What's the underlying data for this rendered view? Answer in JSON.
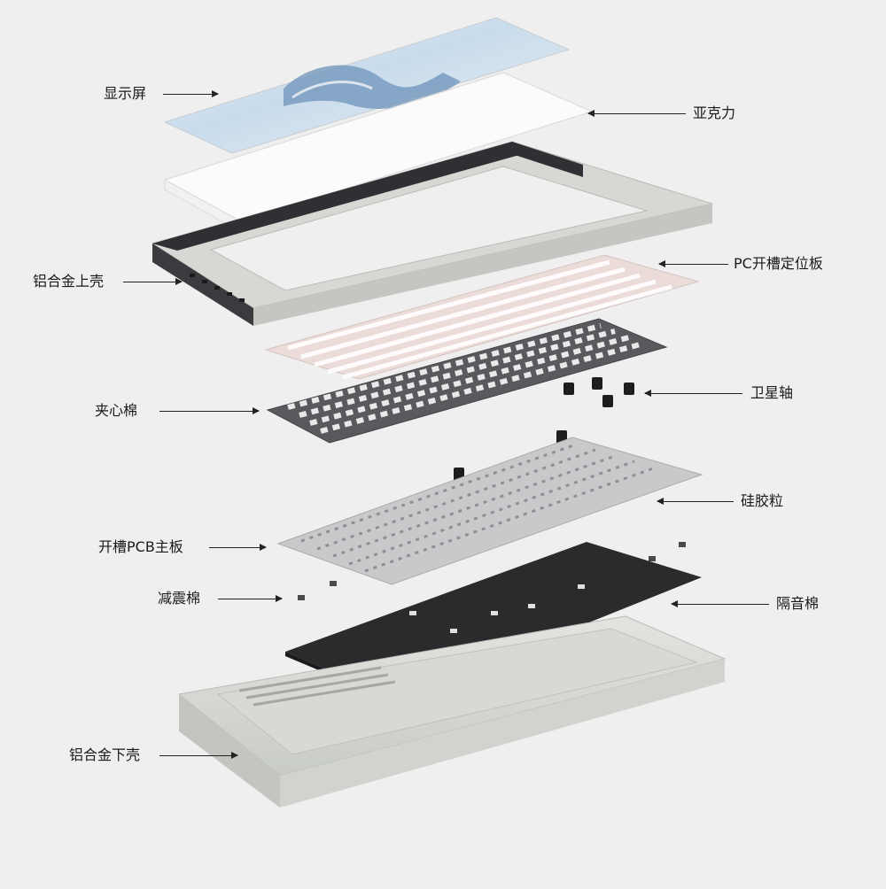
{
  "labels": {
    "display": "显示屏",
    "acrylic": "亚克力",
    "top_case": "铝合金上壳",
    "pc_plate": "PC开槽定位板",
    "sandwich_foam": "夹心棉",
    "stabilizers": "卫星轴",
    "silicone_pads": "硅胶粒",
    "pcb": "开槽PCB主板",
    "damping_foam": "减震棉",
    "sound_foam": "隔音棉",
    "bottom_case": "铝合金下壳"
  },
  "colors": {
    "background": "#efefef",
    "aluminum": "#d3d6d0",
    "dark_trim": "#2f3034",
    "foam": "#5a5a5e",
    "plate": "#e9d9d6",
    "pcb": "#c9cacb",
    "sound_foam": "#2a2a2c",
    "screen": "#cfe0ec"
  }
}
